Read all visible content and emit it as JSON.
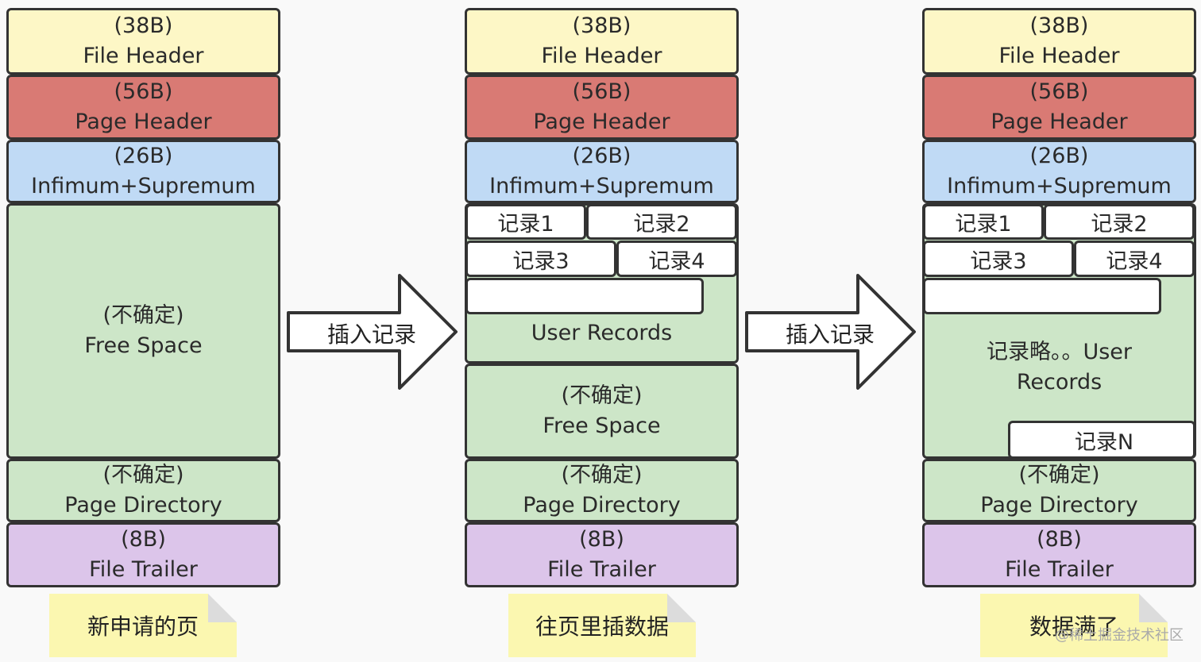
{
  "blocks": {
    "file_header": {
      "size": "(38B)",
      "name": "File Header"
    },
    "page_header": {
      "size": "(56B)",
      "name": "Page Header"
    },
    "inf_sup": {
      "size": "(26B)",
      "name": "Infimum+Supremum"
    },
    "free_space": {
      "size": "(不确定)",
      "name": "Free Space"
    },
    "page_directory": {
      "size": "(不确定)",
      "name": "Page Directory"
    },
    "file_trailer": {
      "size": "(8B)",
      "name": "File Trailer"
    },
    "user_records": "User Records",
    "user_records_omitted_1": "记录略。。User",
    "user_records_omitted_2": "Records"
  },
  "records": {
    "r1": "记录1",
    "r2": "记录2",
    "r3": "记录3",
    "r4": "记录4",
    "rn": "记录N"
  },
  "arrows": {
    "label": "插入记录"
  },
  "notes": {
    "new_page": "新申请的页",
    "insert_data": "往页里插数据",
    "data_full": "数据满了"
  },
  "watermark": "@稀土掘金技术社区"
}
